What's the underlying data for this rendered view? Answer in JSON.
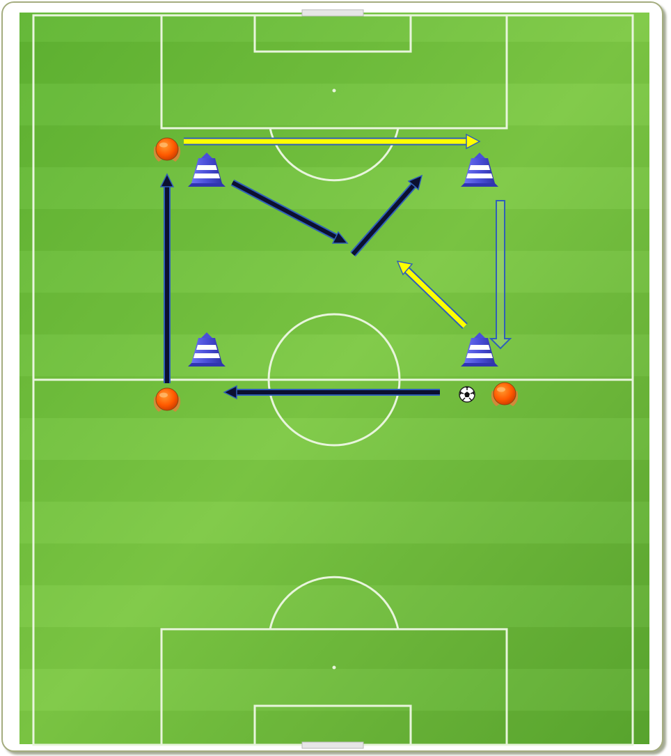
{
  "diagram": {
    "kind": "soccer-passing-drill",
    "pitch_color": "#6fc23a",
    "line_color": "#e8f5dc",
    "players": [
      {
        "id": "player-top-left",
        "color": "#ff5a00"
      },
      {
        "id": "player-bottom-left",
        "color": "#ff5a00"
      },
      {
        "id": "player-bottom-right",
        "color": "#ff5a00"
      }
    ],
    "cones": [
      {
        "id": "cone-top-left",
        "color": "#4a4fd8"
      },
      {
        "id": "cone-top-right",
        "color": "#4a4fd8"
      },
      {
        "id": "cone-bottom-left",
        "color": "#4a4fd8"
      },
      {
        "id": "cone-bottom-right",
        "color": "#4a4fd8"
      }
    ],
    "ball": {
      "id": "soccer-ball",
      "icon": "soccer-ball-icon"
    },
    "arrow_styles": {
      "pass": "#ffff00",
      "run": "#0b1030",
      "dribble": "#ffffff",
      "outline": "#2f5fb8"
    }
  }
}
